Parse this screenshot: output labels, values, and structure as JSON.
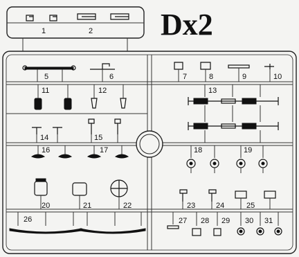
{
  "sheet": {
    "title": "Dx2"
  },
  "parts": [
    {
      "n": "1"
    },
    {
      "n": "2"
    },
    {
      "n": "5"
    },
    {
      "n": "6"
    },
    {
      "n": "7"
    },
    {
      "n": "8"
    },
    {
      "n": "9"
    },
    {
      "n": "10"
    },
    {
      "n": "11"
    },
    {
      "n": "12"
    },
    {
      "n": "13"
    },
    {
      "n": "14"
    },
    {
      "n": "15"
    },
    {
      "n": "16"
    },
    {
      "n": "17"
    },
    {
      "n": "18"
    },
    {
      "n": "19"
    },
    {
      "n": "20"
    },
    {
      "n": "21"
    },
    {
      "n": "22"
    },
    {
      "n": "23"
    },
    {
      "n": "24"
    },
    {
      "n": "25"
    },
    {
      "n": "26"
    },
    {
      "n": "27"
    },
    {
      "n": "28"
    },
    {
      "n": "29"
    },
    {
      "n": "30"
    },
    {
      "n": "31"
    }
  ]
}
